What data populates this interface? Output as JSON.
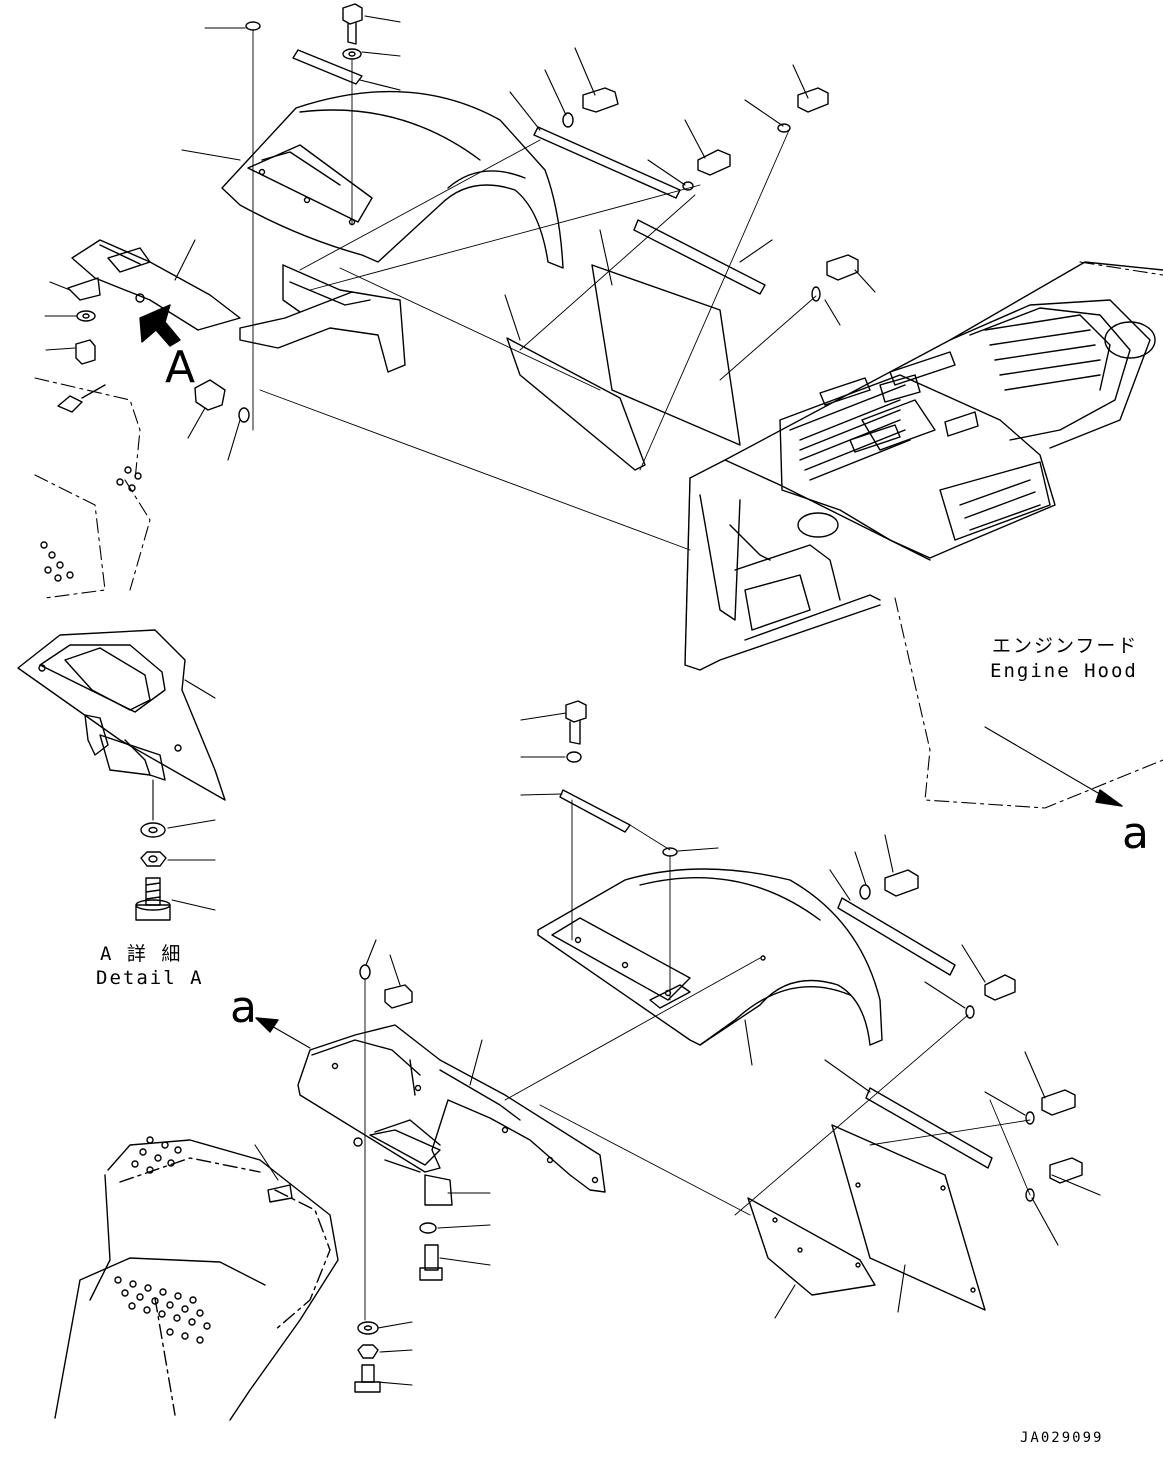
{
  "labels": {
    "engine_hood_jp": "エンジンフード",
    "engine_hood_en": "Engine Hood",
    "view_a_marker": "A",
    "detail_a_jp": "A 詳 細",
    "detail_a_en": "Detail A",
    "ref_a_upper": "a",
    "ref_a_lower": "a",
    "drawing_code": "JA029099"
  }
}
